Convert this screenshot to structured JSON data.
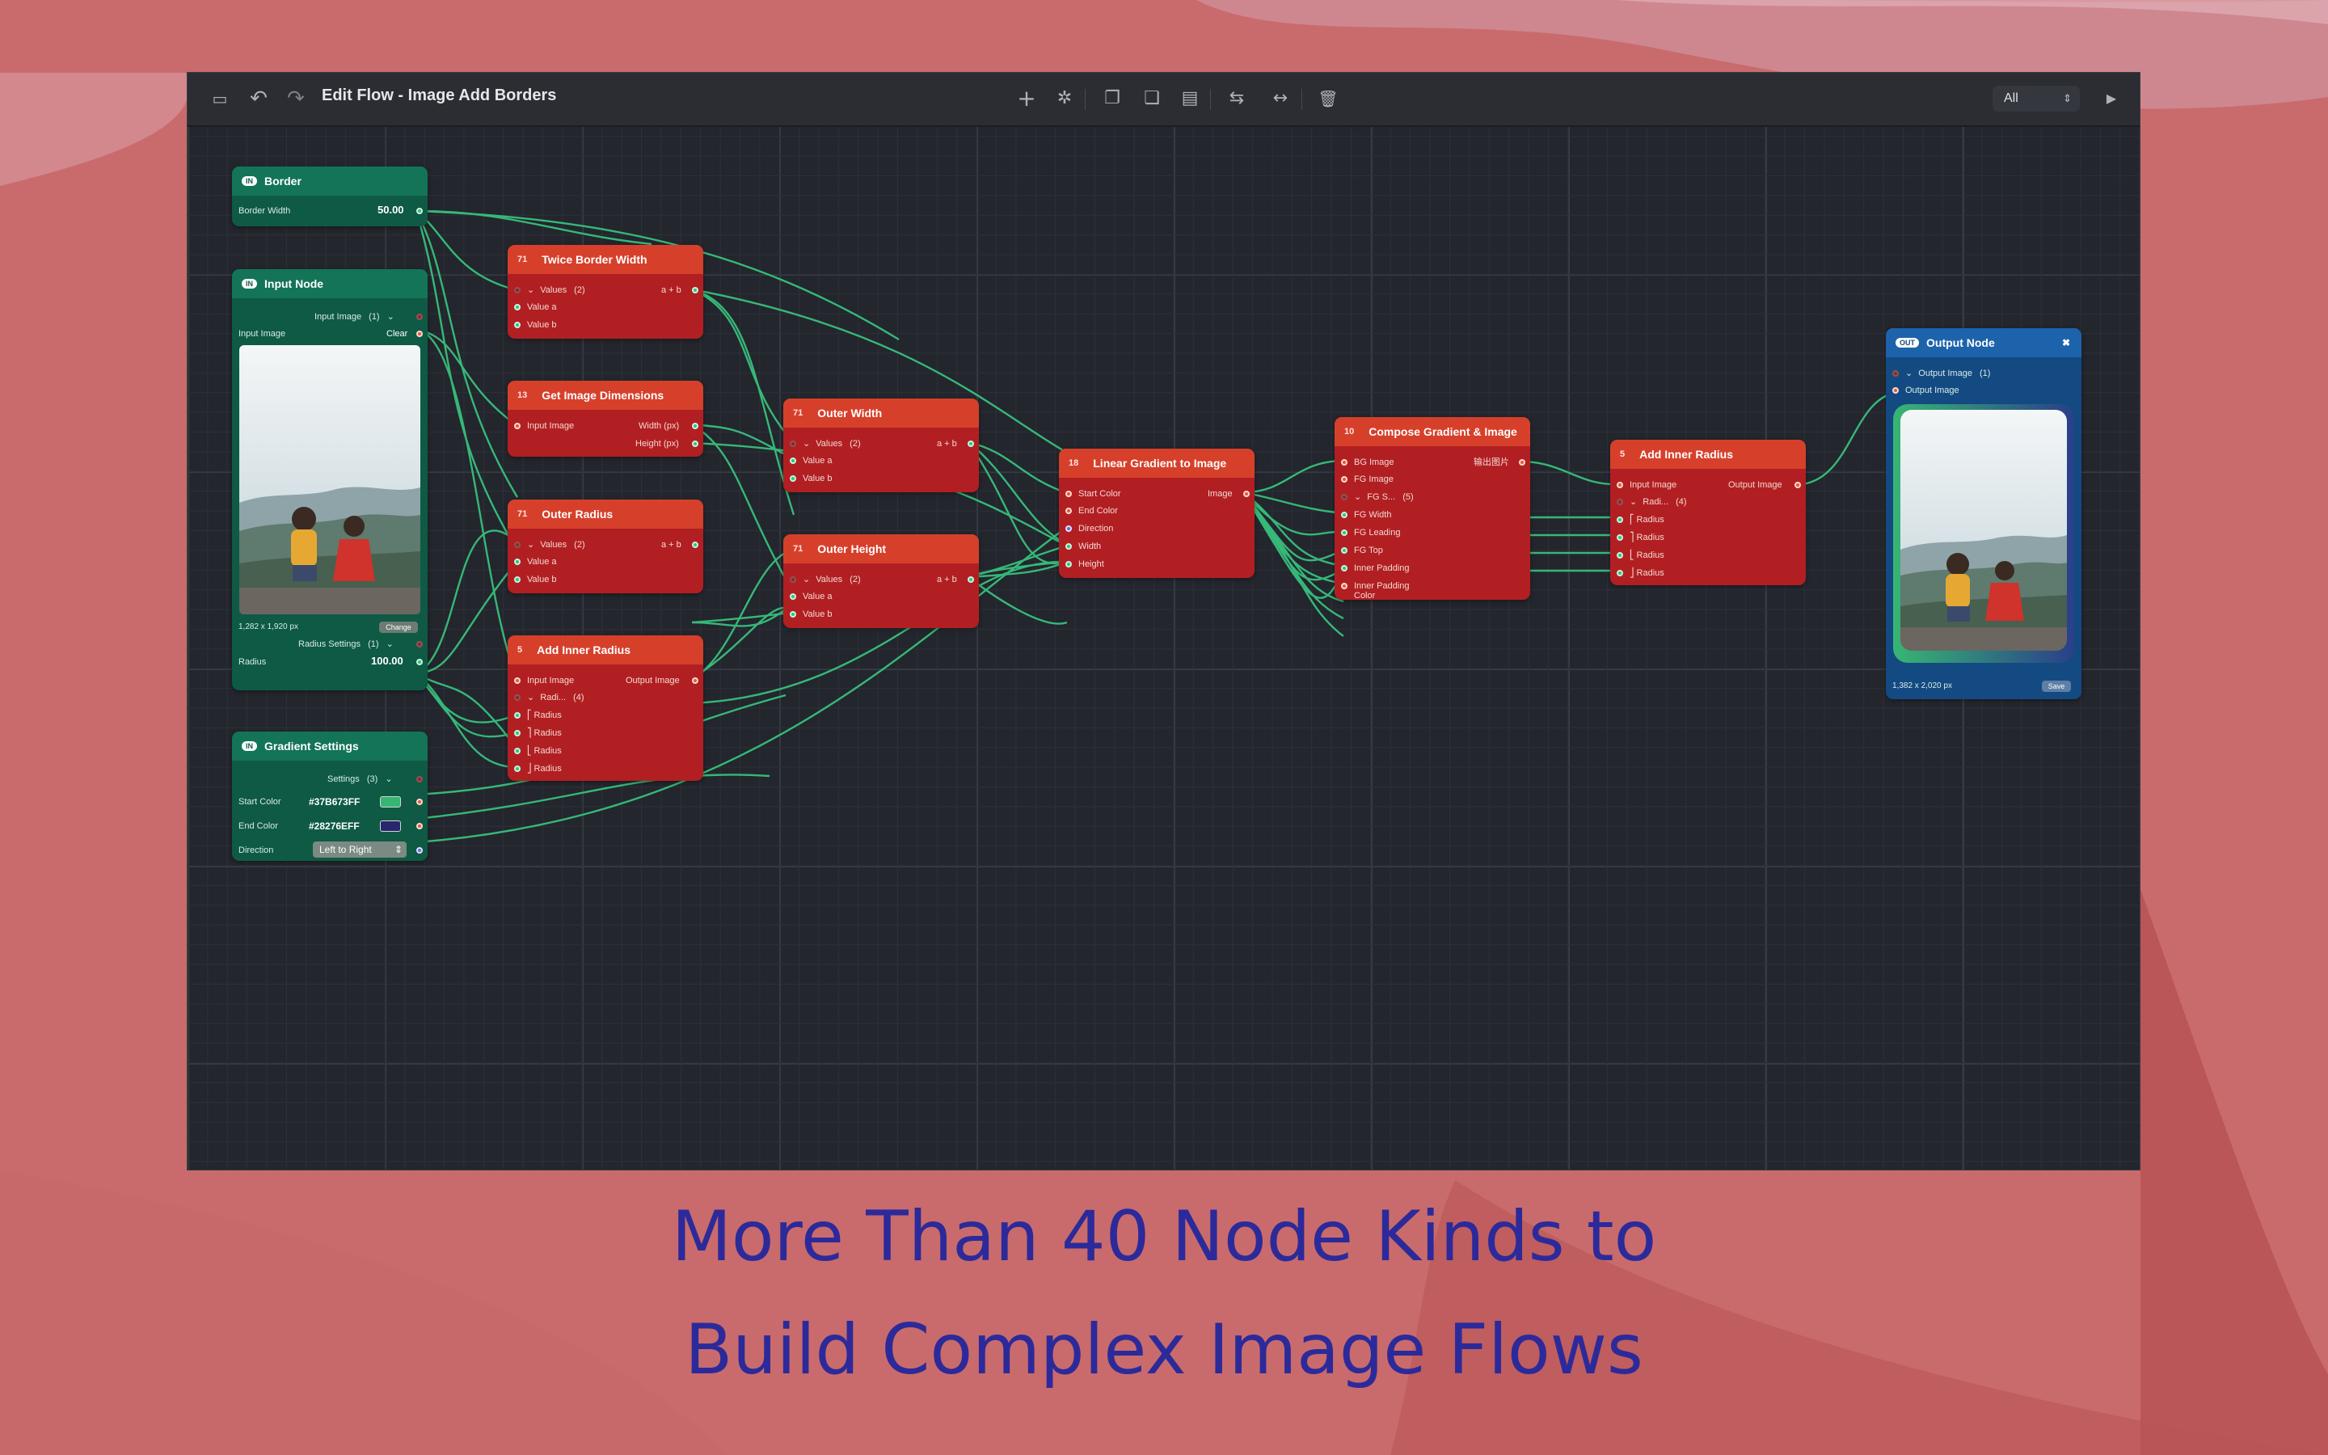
{
  "window": {
    "title": "Edit Flow - Image Add Borders",
    "filter_select": "All",
    "toolbar_icons": [
      "sidebar-icon",
      "undo-icon",
      "redo-icon",
      "add-icon",
      "magic-icon",
      "copy-icon",
      "paste-icon",
      "duplicate-icon",
      "swap-icon",
      "expand-icon",
      "trash-icon",
      "play-icon"
    ]
  },
  "nodes": {
    "border": {
      "badge": "IN",
      "title": "Border",
      "field_label": "Border Width",
      "field_value": "50.00"
    },
    "input": {
      "badge": "IN",
      "title": "Input Node",
      "group_label": "Input Image",
      "group_count": "(1)",
      "image_label": "Input Image",
      "clear_label": "Clear",
      "size_text": "1,282 x 1,920 px",
      "change_label": "Change",
      "radius_group": "Radius Settings",
      "radius_count": "(1)",
      "radius_label": "Radius",
      "radius_value": "100.00"
    },
    "gradient": {
      "badge": "IN",
      "title": "Gradient Settings",
      "group_label": "Settings",
      "group_count": "(3)",
      "start_label": "Start Color",
      "start_value": "#37B673FF",
      "end_label": "End Color",
      "end_value": "#28276EFF",
      "dir_label": "Direction",
      "dir_value": "Left to Right"
    },
    "twice": {
      "num": "71",
      "title": "Twice Border Width",
      "values_label": "Values",
      "values_count": "(2)",
      "out": "a + b",
      "a": "Value a",
      "b": "Value b"
    },
    "dims": {
      "num": "13",
      "title": "Get Image Dimensions",
      "in": "Input Image",
      "w": "Width (px)",
      "h": "Height (px)"
    },
    "oradius": {
      "num": "71",
      "title": "Outer Radius",
      "values_label": "Values",
      "values_count": "(2)",
      "out": "a + b",
      "a": "Value a",
      "b": "Value b"
    },
    "inner1": {
      "num": "5",
      "title": "Add Inner Radius",
      "in": "Input Image",
      "out": "Output Image",
      "radi": "Radi...",
      "radi_count": "(4)",
      "r1": "⎡ Radius",
      "r2": "⎤ Radius",
      "r3": "⎣ Radius",
      "r4": "⎦ Radius"
    },
    "owidth": {
      "num": "71",
      "title": "Outer Width",
      "values_label": "Values",
      "values_count": "(2)",
      "out": "a + b",
      "a": "Value a",
      "b": "Value b"
    },
    "oheight": {
      "num": "71",
      "title": "Outer Height",
      "values_label": "Values",
      "values_count": "(2)",
      "out": "a + b",
      "a": "Value a",
      "b": "Value b"
    },
    "linear": {
      "num": "18",
      "title": "Linear Gradient to Image",
      "start": "Start Color",
      "end": "End Color",
      "dir": "Direction",
      "w": "Width",
      "h": "Height",
      "out": "Image"
    },
    "compose": {
      "num": "10",
      "title": "Compose Gradient & Image",
      "bg": "BG Image",
      "fg": "FG Image",
      "fgs": "FG S...",
      "fgs_count": "(5)",
      "fgw": "FG Width",
      "fgl": "FG Leading",
      "fgt": "FG Top",
      "pad": "Inner Padding",
      "padc1": "Inner Padding",
      "padc2": "Color",
      "out": "输出图片"
    },
    "inner2": {
      "num": "5",
      "title": "Add Inner Radius",
      "in": "Input Image",
      "out": "Output Image",
      "radi": "Radi...",
      "radi_count": "(4)",
      "r1": "⎡ Radius",
      "r2": "⎤ Radius",
      "r3": "⎣ Radius",
      "r4": "⎦ Radius"
    },
    "output": {
      "badge": "OUT",
      "title": "Output Node",
      "group_label": "Output Image",
      "group_count": "(1)",
      "image_label": "Output Image",
      "size_text": "1,382 x 2,020 px",
      "save_label": "Save"
    }
  },
  "caption": {
    "line1": "More Than 40 Node Kinds to",
    "line2": "Build Complex Image Flows"
  },
  "colors": {
    "wire": "#36b878",
    "accent_text": "#2c2a9a",
    "red_node": "#b21f22",
    "green_node": "#0e5a45",
    "blue_node": "#134a82"
  }
}
